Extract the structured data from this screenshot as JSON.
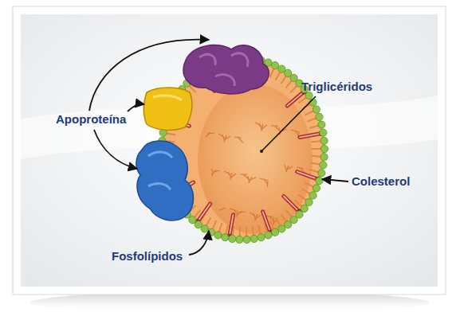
{
  "diagram": {
    "labels": [
      "Apoproteína",
      "Triglicéridos",
      "Colesterol",
      "Fosfolípidos"
    ]
  }
}
